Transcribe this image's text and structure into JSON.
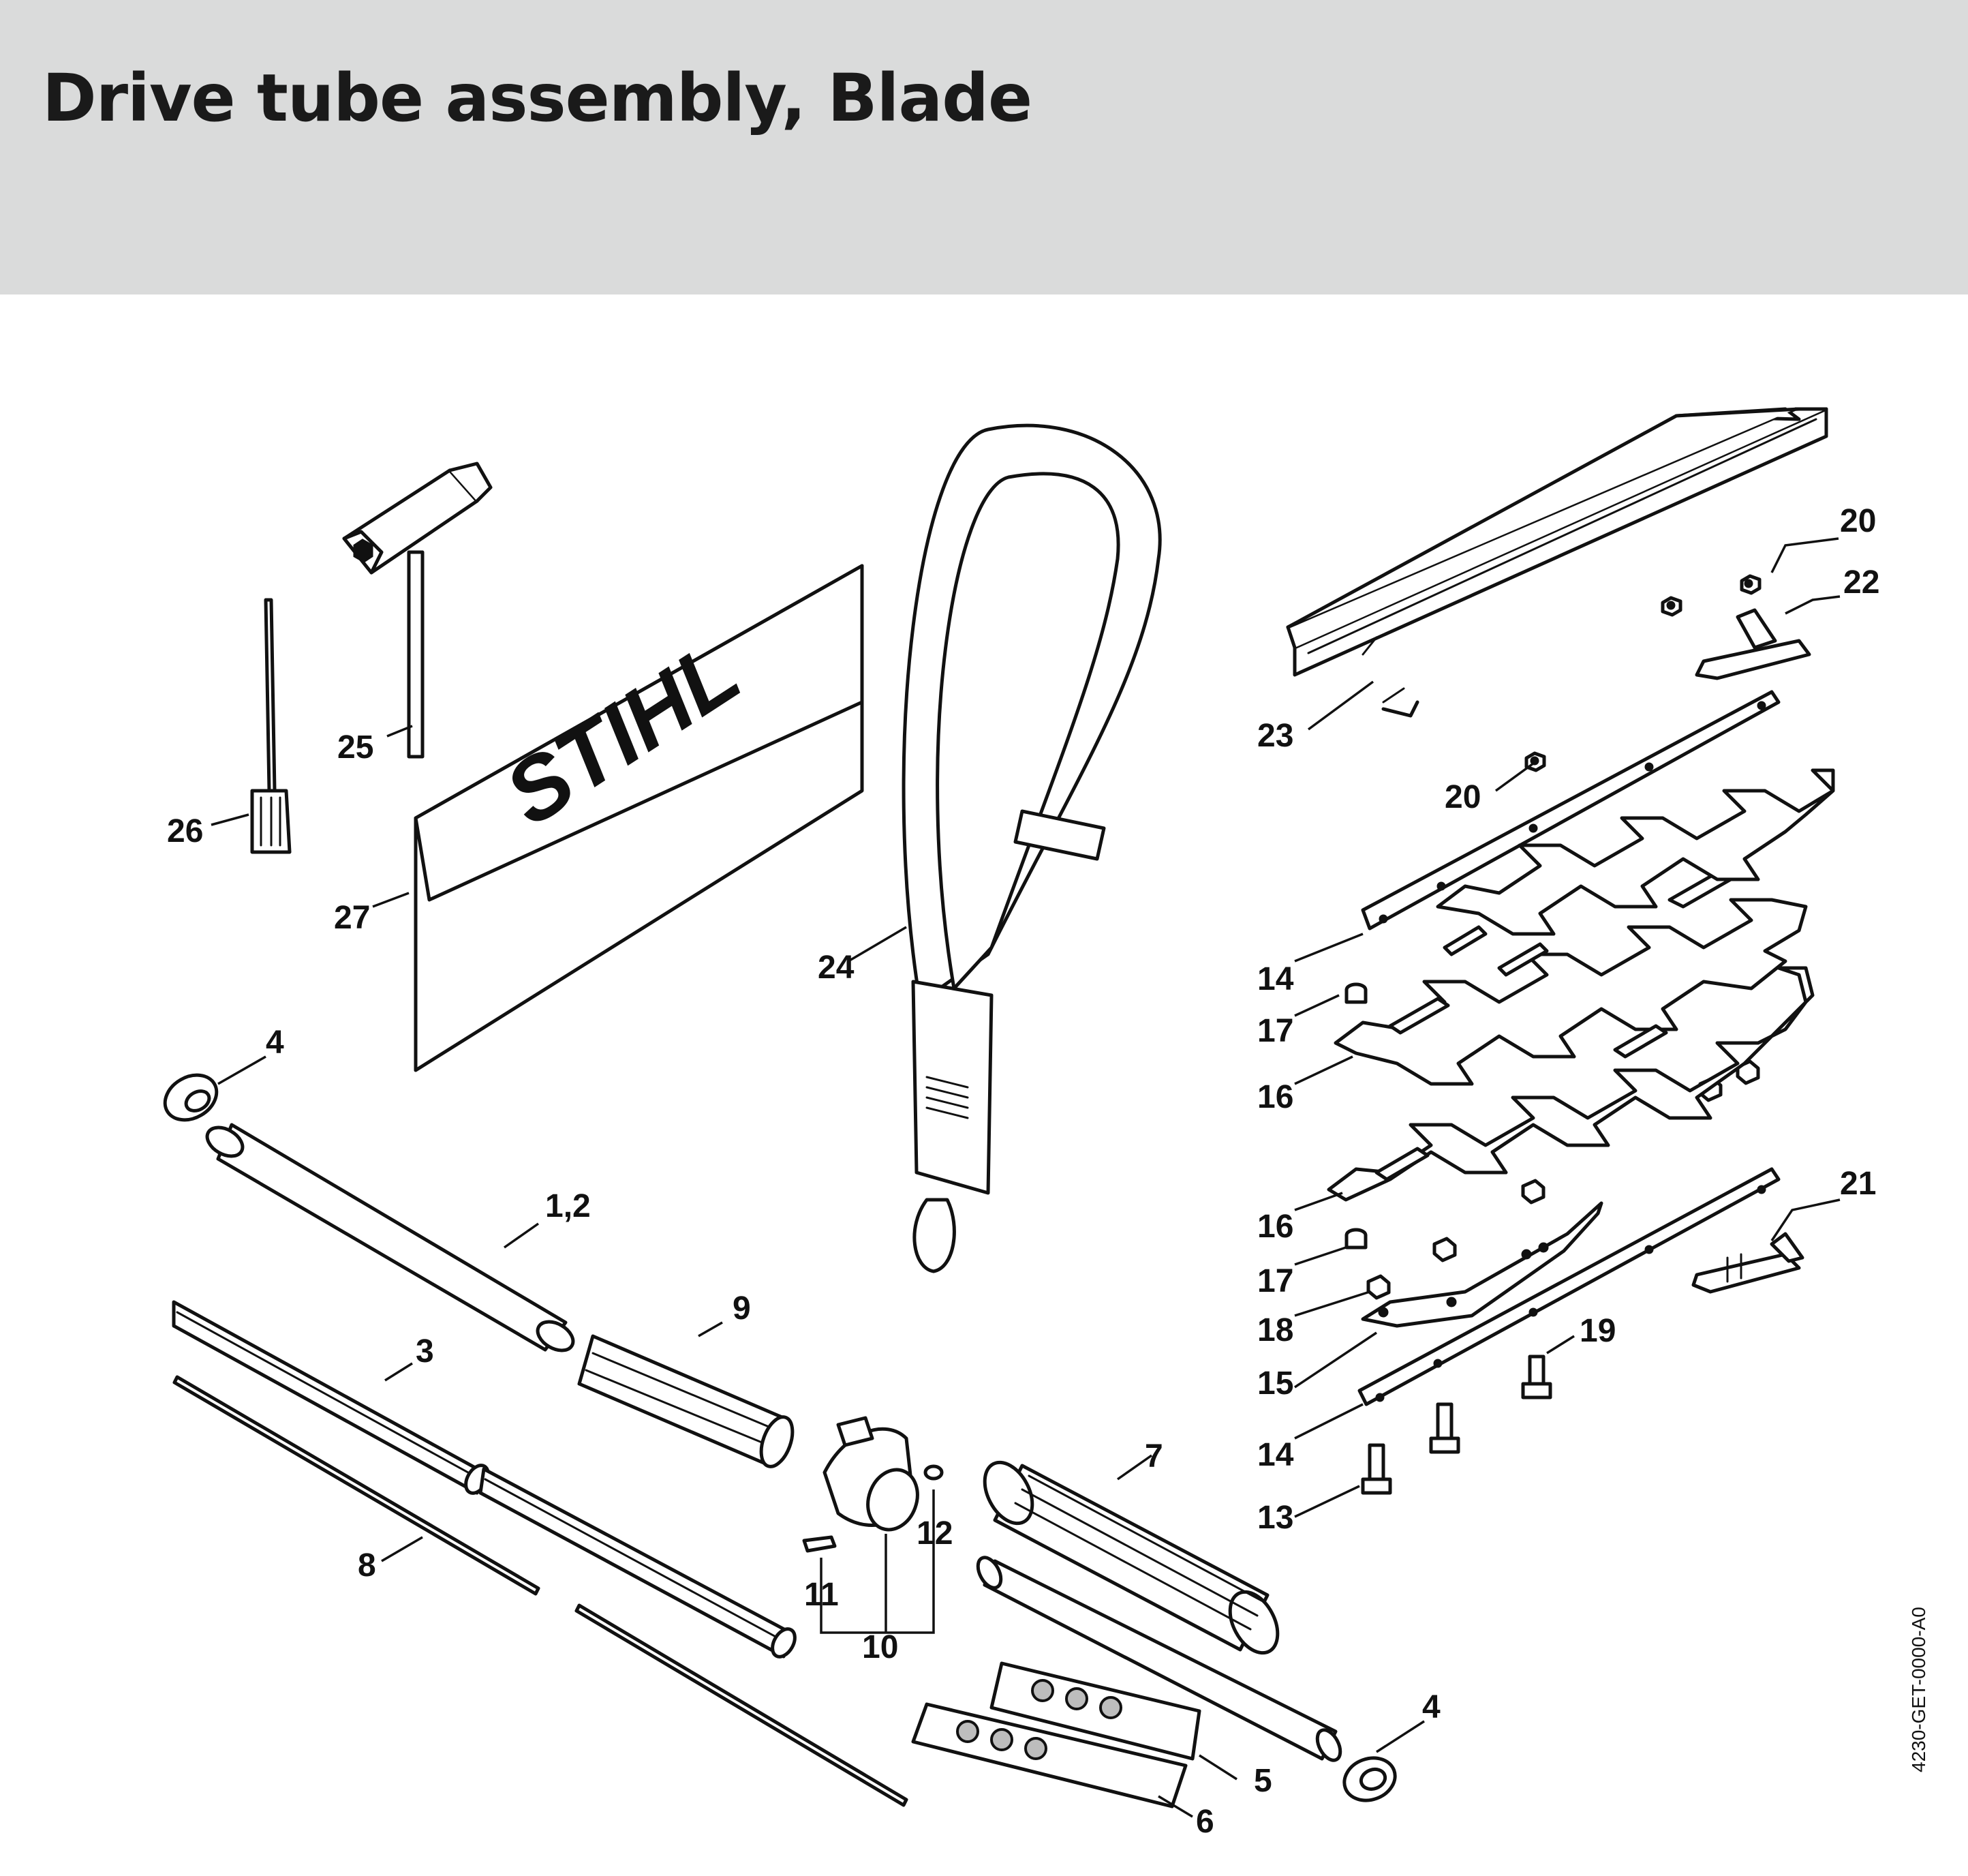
{
  "title": "Drive tube assembly, Blade",
  "drawing_code": "4230-GET-0000-A0",
  "brand_logo_text": "STIHL",
  "callouts": [
    "20",
    "22",
    "23",
    "20",
    "25",
    "26",
    "27",
    "24",
    "14",
    "17",
    "16",
    "16",
    "4",
    "21",
    "1,2",
    "17",
    "9",
    "18",
    "3",
    "19",
    "15",
    "14",
    "7",
    "12",
    "13",
    "8",
    "11",
    "10",
    "4",
    "5",
    "6"
  ],
  "colors": {
    "header_bg": "#dadbdb",
    "ink": "#111111",
    "background": "#ffffff"
  }
}
